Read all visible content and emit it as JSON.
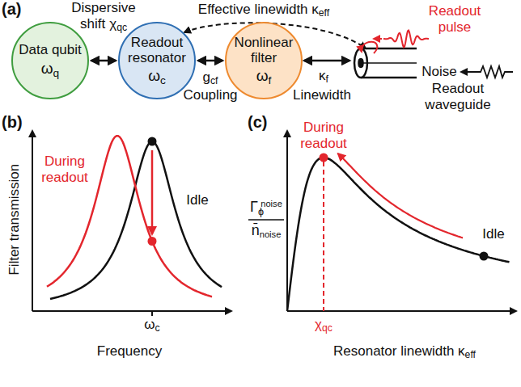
{
  "diagram": {
    "nodes": [
      {
        "text": [
          "Data qubit",
          "ωq"
        ]
      },
      {
        "text": [
          "Readout resonator",
          "ωc"
        ]
      },
      {
        "text": [
          "Nonlinear filter",
          "ωf"
        ]
      }
    ],
    "edges": [
      {
        "from": 0,
        "to": 1,
        "arrow": "both"
      },
      {
        "from": 1,
        "to": 2,
        "arrow": "both"
      }
    ],
    "labels": [
      "(a)",
      "Dispersive shift",
      "χqc",
      "Effective linewidth κeff",
      "Coupling",
      "gcf",
      "Linewidth",
      "κf",
      "Readout pulse",
      "Noise",
      "Readout waveguide",
      "(b)",
      "Filter transmission",
      "During readout",
      "Idle",
      "ωc",
      "Frequency",
      "(c)",
      "Γϕnoise",
      "n̄noise",
      "During readout",
      "Idle",
      "χqc",
      "Resonator linewidth κeff"
    ]
  }
}
